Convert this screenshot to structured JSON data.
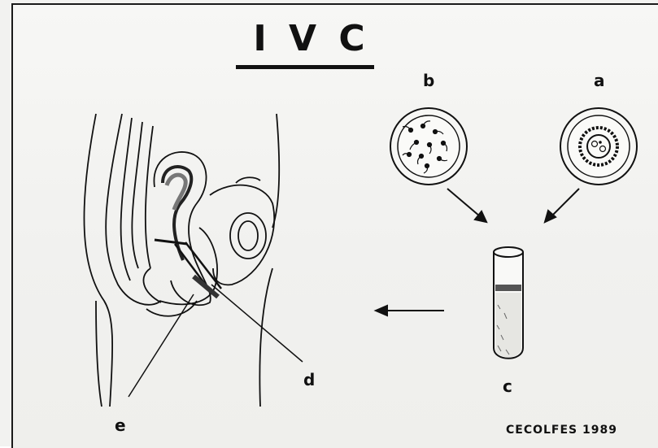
{
  "title": "I V C",
  "labels": {
    "a": "a",
    "b": "b",
    "c": "c",
    "d": "d",
    "e": "e"
  },
  "credit": "CECOLFES 1989",
  "colors": {
    "ink": "#111111",
    "paper": "#f4f4f2",
    "specimen": "#cfcfcf"
  }
}
